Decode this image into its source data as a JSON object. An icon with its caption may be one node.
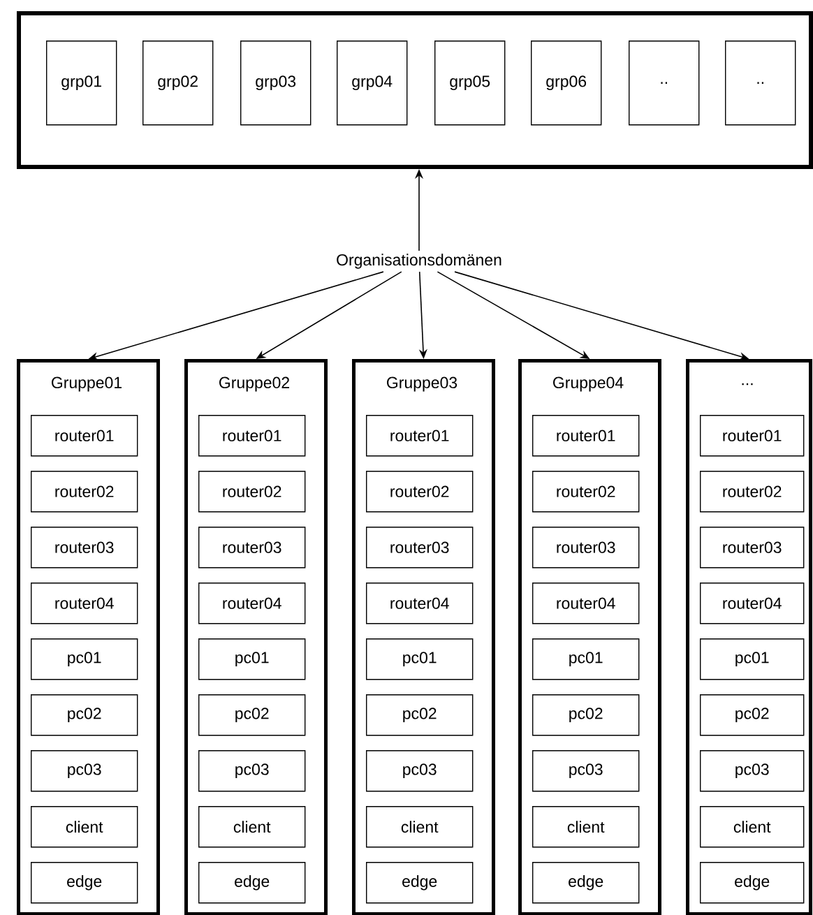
{
  "diagram": {
    "nodes": [
      {
        "text": [],
        "shape": "box"
      },
      {
        "text": [
          "grp01"
        ],
        "in": 0
      },
      {
        "text": [
          "grp02"
        ],
        "in": 0
      },
      {
        "text": [
          "grp03"
        ],
        "in": 0
      },
      {
        "text": [
          "grp04"
        ],
        "in": 0
      },
      {
        "text": [
          "grp05"
        ],
        "in": 0
      },
      {
        "text": [
          "grp06"
        ],
        "in": 0
      },
      {
        "text": [
          ".."
        ],
        "in": 0
      },
      {
        "text": [
          ".."
        ],
        "in": 0
      },
      {
        "text": [
          "Organisationsdomänen"
        ]
      },
      {
        "text": [
          "Gruppe01"
        ]
      },
      {
        "text": [
          "router01"
        ],
        "in": 10
      },
      {
        "text": [
          "router02"
        ],
        "in": 10
      },
      {
        "text": [
          "router03"
        ],
        "in": 10
      },
      {
        "text": [
          "router04"
        ],
        "in": 10
      },
      {
        "text": [
          "pc01"
        ],
        "in": 10
      },
      {
        "text": [
          "pc02"
        ],
        "in": 10
      },
      {
        "text": [
          "pc03"
        ],
        "in": 10
      },
      {
        "text": [
          "client"
        ],
        "in": 10
      },
      {
        "text": [
          "edge"
        ],
        "in": 10
      },
      {
        "text": [
          "Gruppe02"
        ]
      },
      {
        "text": [
          "router01"
        ],
        "in": 20
      },
      {
        "text": [
          "router02"
        ],
        "in": 20
      },
      {
        "text": [
          "router03"
        ],
        "in": 20
      },
      {
        "text": [
          "router04"
        ],
        "in": 20
      },
      {
        "text": [
          "pc01"
        ],
        "in": 20
      },
      {
        "text": [
          "pc02"
        ],
        "in": 20
      },
      {
        "text": [
          "pc03"
        ],
        "in": 20
      },
      {
        "text": [
          "client"
        ],
        "in": 20
      },
      {
        "text": [
          "edge"
        ],
        "in": 20
      },
      {
        "text": [
          "Gruppe03"
        ]
      },
      {
        "text": [
          "router01"
        ],
        "in": 30
      },
      {
        "text": [
          "router02"
        ],
        "in": 30
      },
      {
        "text": [
          "router03"
        ],
        "in": 30
      },
      {
        "text": [
          "router04"
        ],
        "in": 30
      },
      {
        "text": [
          "pc01"
        ],
        "in": 30
      },
      {
        "text": [
          "pc02"
        ],
        "in": 30
      },
      {
        "text": [
          "pc03"
        ],
        "in": 30
      },
      {
        "text": [
          "client"
        ],
        "in": 30
      },
      {
        "text": [
          "edge"
        ],
        "in": 30
      },
      {
        "text": [
          "Gruppe04"
        ]
      },
      {
        "text": [
          "router01"
        ],
        "in": 40
      },
      {
        "text": [
          "router02"
        ],
        "in": 40
      },
      {
        "text": [
          "router03"
        ],
        "in": 40
      },
      {
        "text": [
          "router04"
        ],
        "in": 40
      },
      {
        "text": [
          "pc01"
        ],
        "in": 40
      },
      {
        "text": [
          "pc02"
        ],
        "in": 40
      },
      {
        "text": [
          "pc03"
        ],
        "in": 40
      },
      {
        "text": [
          "client"
        ],
        "in": 40
      },
      {
        "text": [
          "edge"
        ],
        "in": 40
      },
      {
        "text": [
          "..."
        ]
      },
      {
        "text": [
          "router01"
        ],
        "in": 50
      },
      {
        "text": [
          "router02"
        ],
        "in": 50
      },
      {
        "text": [
          "router03"
        ],
        "in": 50
      },
      {
        "text": [
          "router04"
        ],
        "in": 50
      },
      {
        "text": [
          "pc01"
        ],
        "in": 50
      },
      {
        "text": [
          "pc02"
        ],
        "in": 50
      },
      {
        "text": [
          "pc03"
        ],
        "in": 50
      },
      {
        "text": [
          "client"
        ],
        "in": 50
      },
      {
        "text": [
          "edge"
        ],
        "in": 50
      }
    ],
    "edges": [
      {
        "from": 9,
        "to": 0,
        "arrow": "to"
      },
      {
        "from": 9,
        "to": 10,
        "arrow": "to"
      },
      {
        "from": 9,
        "to": 20,
        "arrow": "to"
      },
      {
        "from": 9,
        "to": 30,
        "arrow": "to"
      },
      {
        "from": 9,
        "to": 40,
        "arrow": "to"
      },
      {
        "from": 9,
        "to": 50,
        "arrow": "to"
      }
    ]
  }
}
